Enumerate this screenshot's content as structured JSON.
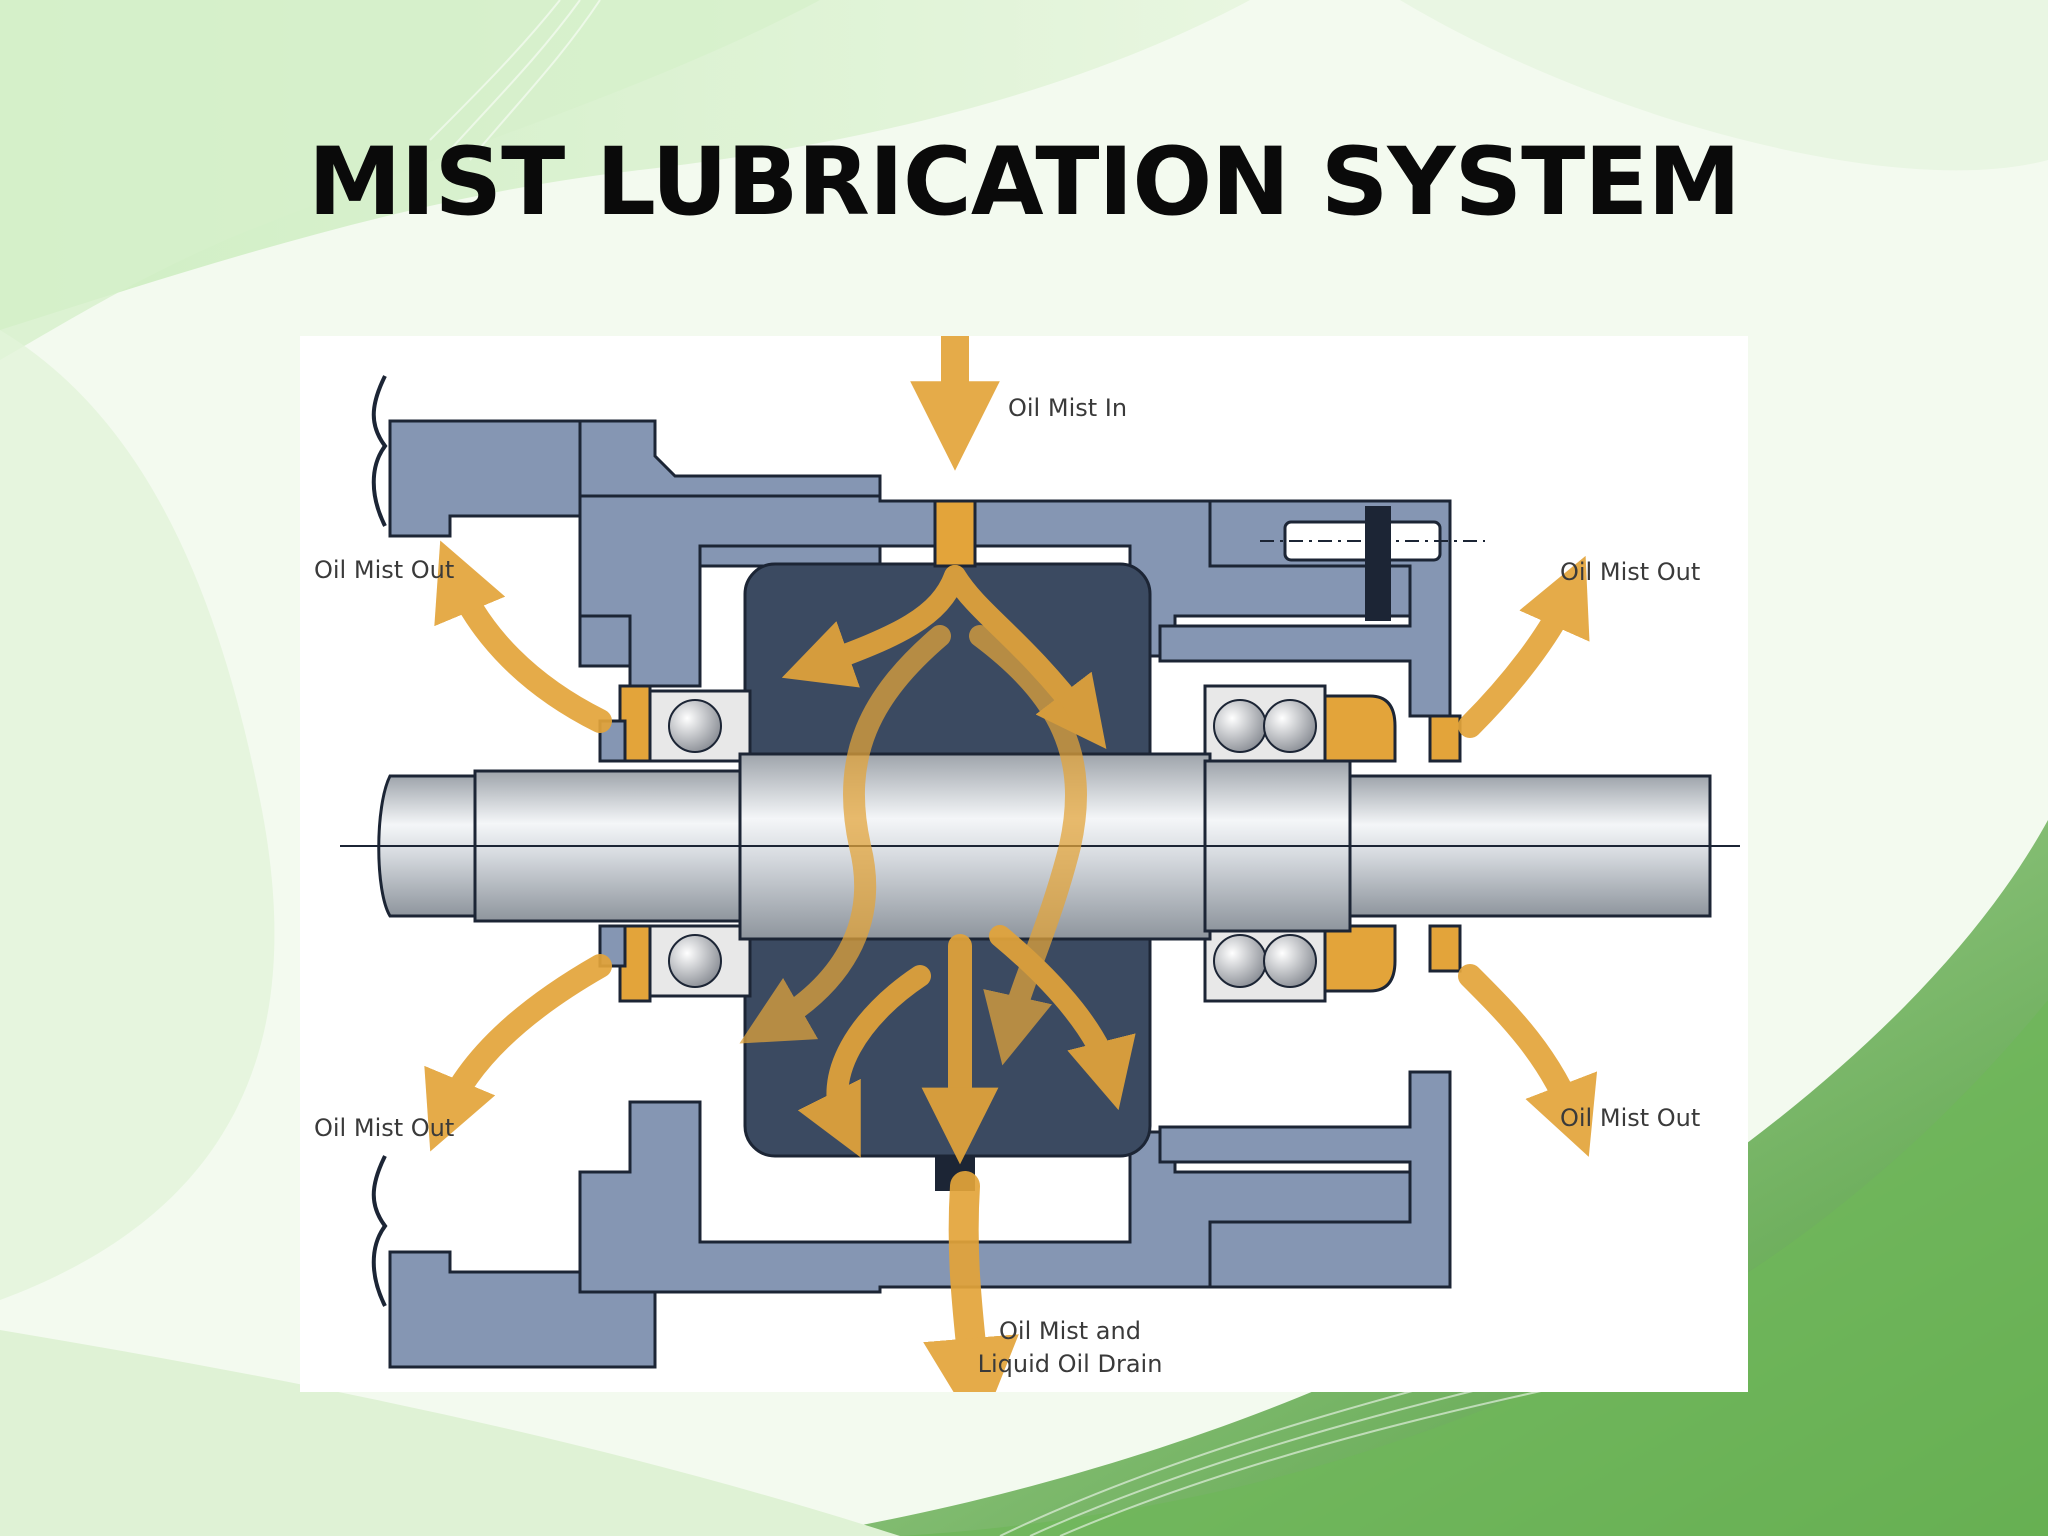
{
  "slide": {
    "title": "MIST LUBRICATION SYSTEM"
  },
  "diagram": {
    "labels": {
      "oil_mist_in": "Oil Mist In",
      "oil_mist_out_upper_left": "Oil Mist Out",
      "oil_mist_out_upper_right": "Oil Mist Out",
      "oil_mist_out_lower_left": "Oil Mist Out",
      "oil_mist_out_lower_right": "Oil Mist Out",
      "drain_line1": "Oil Mist and",
      "drain_line2": "Liquid Oil Drain"
    },
    "colors": {
      "housing": "#8596b3",
      "chamber": "#3b4a61",
      "shaft": "#cfd3d8",
      "oil_flow": "#e3a43a",
      "background_green": "#7cc26a"
    }
  }
}
